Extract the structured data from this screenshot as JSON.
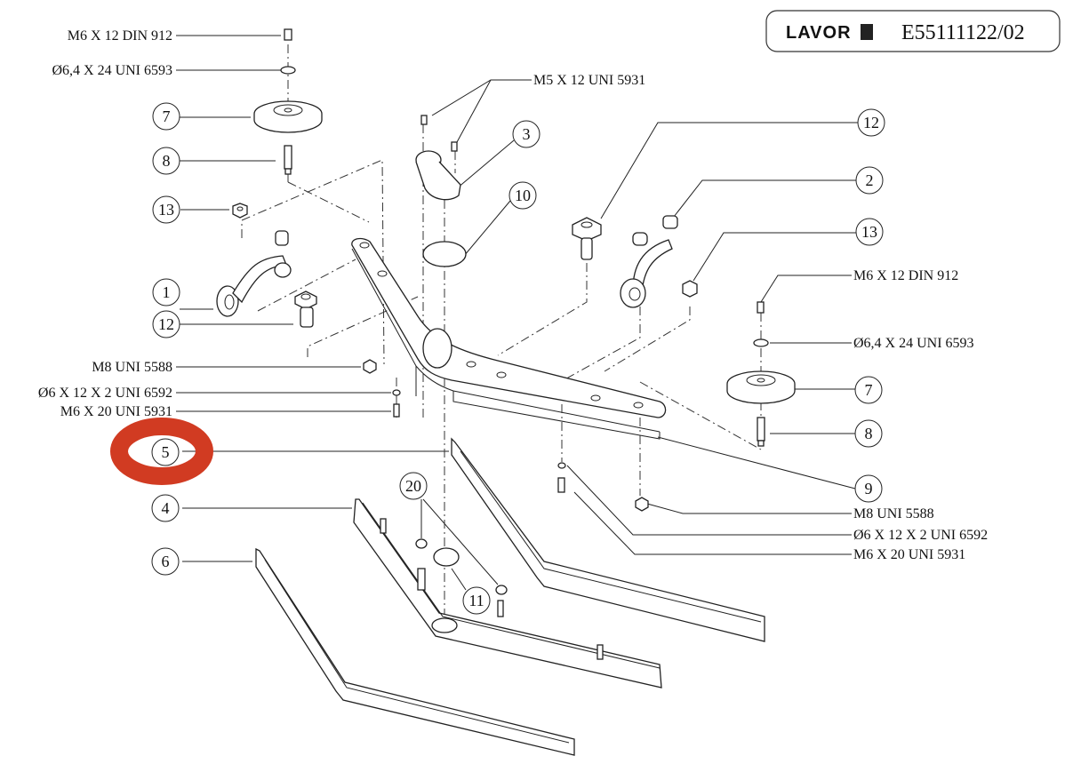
{
  "title_block": {
    "brand": "LAVOR",
    "drawing_code": "E55111122/02"
  },
  "highlight": {
    "target_balloon": "5",
    "color": "#D13B22"
  },
  "balloons": [
    {
      "id": "b1",
      "number": "1"
    },
    {
      "id": "b2",
      "number": "2"
    },
    {
      "id": "b3",
      "number": "3"
    },
    {
      "id": "b4",
      "number": "4"
    },
    {
      "id": "b5",
      "number": "5"
    },
    {
      "id": "b6",
      "number": "6"
    },
    {
      "id": "b7l",
      "number": "7"
    },
    {
      "id": "b7r",
      "number": "7"
    },
    {
      "id": "b8l",
      "number": "8"
    },
    {
      "id": "b8r",
      "number": "8"
    },
    {
      "id": "b9",
      "number": "9"
    },
    {
      "id": "b10",
      "number": "10"
    },
    {
      "id": "b11",
      "number": "11"
    },
    {
      "id": "b12l",
      "number": "12"
    },
    {
      "id": "b12r",
      "number": "12"
    },
    {
      "id": "b13l",
      "number": "13"
    },
    {
      "id": "b13r",
      "number": "13"
    },
    {
      "id": "b20",
      "number": "20"
    }
  ],
  "hardware_labels": {
    "left": [
      "M6 X 12 DIN 912",
      "Ø6,4 X 24 UNI 6593",
      "M8 UNI 5588",
      "Ø6 X 12 X 2 UNI 6592",
      "M6 X 20 UNI 5931"
    ],
    "top": "M5 X 12 UNI 5931",
    "right": [
      "M6 X 12 DIN 912",
      "Ø6,4 X 24 UNI 6593",
      "M8 UNI 5588",
      "Ø6 X 12 X 2 UNI 6592",
      "M6 X 20 UNI 5931"
    ]
  }
}
